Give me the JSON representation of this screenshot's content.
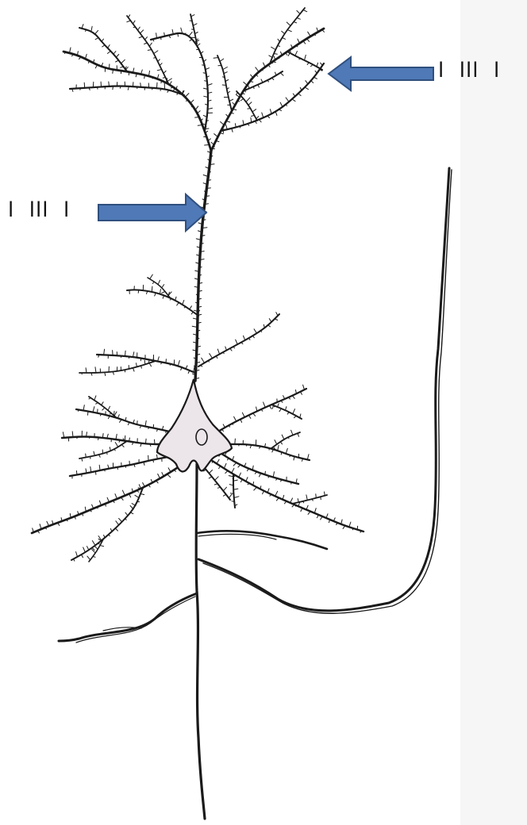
{
  "figure": {
    "subject": "pyramidal-neuron",
    "labels": [
      {
        "id": "upper-right",
        "text": "l  lll  l"
      },
      {
        "id": "left",
        "text": "l  lll  l"
      }
    ]
  },
  "colors": {
    "arrow_fill": "#4f79b7",
    "arrow_stroke": "#2f4f7e",
    "neuron_ink": "#1a1a1a",
    "soma_fill": "#ece6ea"
  },
  "icons": [
    "arrow-left-icon",
    "arrow-right-icon"
  ]
}
